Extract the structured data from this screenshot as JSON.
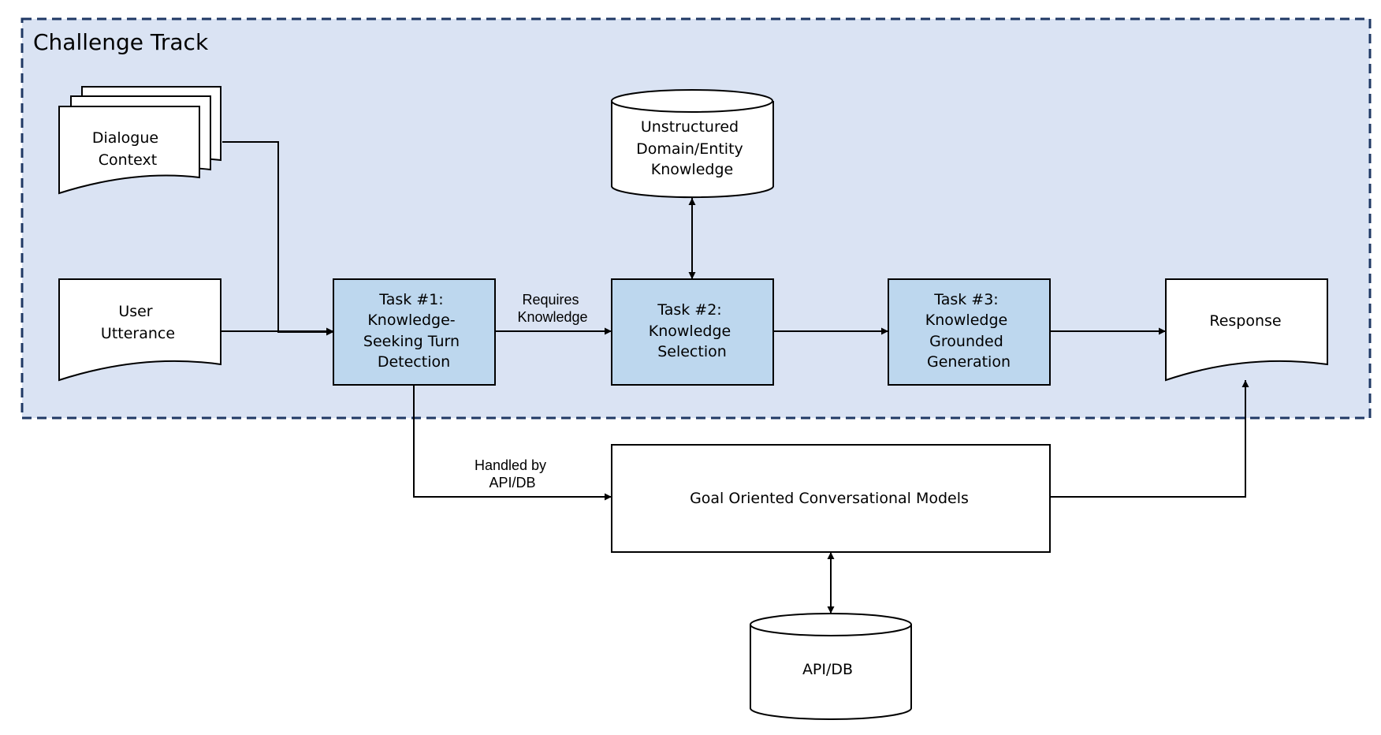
{
  "region": {
    "title": "Challenge Track"
  },
  "nodes": {
    "dialogue_context": [
      "Dialogue",
      "Context"
    ],
    "user_utterance": [
      "User",
      "Utterance"
    ],
    "task1": [
      "Task #1:",
      "Knowledge-",
      "Seeking Turn",
      "Detection"
    ],
    "task2": [
      "Task #2:",
      "Knowledge",
      "Selection"
    ],
    "task3": [
      "Task #3:",
      "Knowledge",
      "Grounded",
      "Generation"
    ],
    "unstructured_kb": [
      "Unstructured",
      "Domain/Entity",
      "Knowledge"
    ],
    "response": [
      "Response"
    ],
    "goal_models": [
      "Goal Oriented Conversational Models"
    ],
    "api_db": [
      "API/DB"
    ]
  },
  "edges": {
    "requires_knowledge": [
      "Requires",
      "Knowledge"
    ],
    "handled_by_api": [
      "Handled by",
      "API/DB"
    ]
  },
  "colors": {
    "region_fill": "#dae3f3",
    "region_border": "#1f3864",
    "task_fill": "#bdd7ee",
    "stroke": "#000000"
  }
}
